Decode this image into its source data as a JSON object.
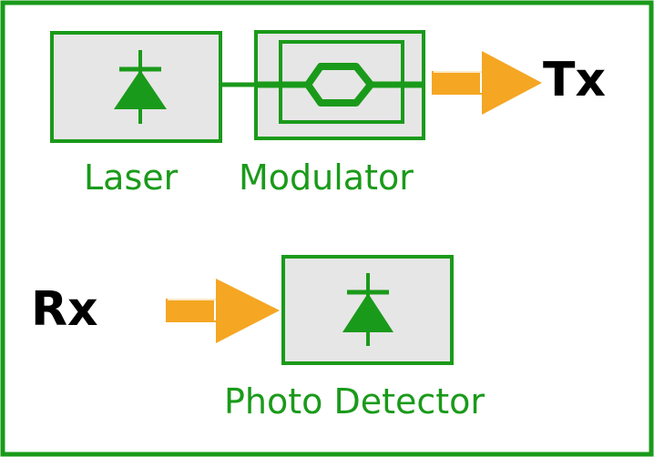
{
  "components": {
    "laser_label": "Laser",
    "modulator_label": "Modulator",
    "photodetector_label": "Photo Detector"
  },
  "ports": {
    "tx_label": "Tx",
    "rx_label": "Rx"
  },
  "colors": {
    "component_green": "#1a9a1a",
    "box_fill": "#e6e6e6",
    "arrow_orange": "#f5a623",
    "outer_border": "#1a9a1a"
  },
  "icons": [
    "diode-icon",
    "mach-zehnder-icon",
    "arrow-right-icon"
  ]
}
